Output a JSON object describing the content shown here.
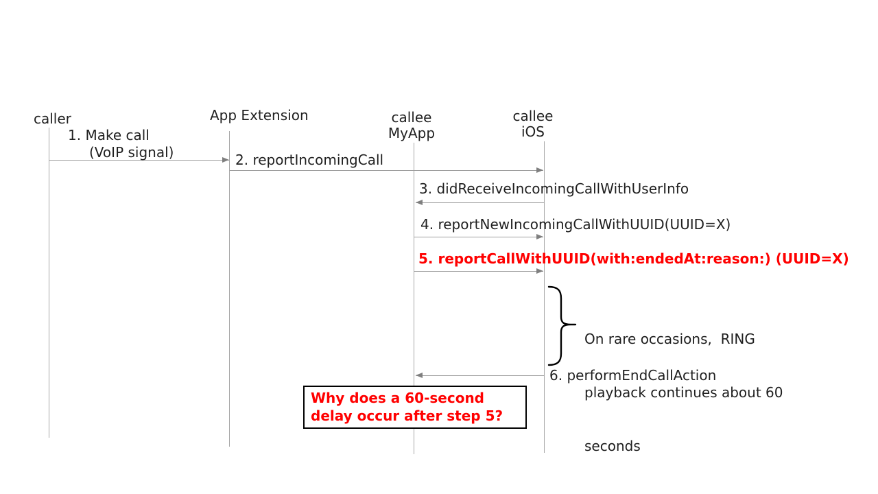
{
  "colors": {
    "background": "#ffffff",
    "lifeline_gray": "#a6a6a6",
    "arrow_gray": "#9e9e9e",
    "arrowhead_gray": "#7f7f7f",
    "text_black": "#1f1f1f",
    "emphasis_red": "#ff0000",
    "box_border_black": "#000000"
  },
  "diagram": {
    "actors": [
      {
        "name": "caller",
        "label_lines": [
          "caller"
        ]
      },
      {
        "name": "app-extension",
        "label_lines": [
          "App Extension"
        ]
      },
      {
        "name": "callee-myapp",
        "label_lines": [
          "callee",
          "MyApp"
        ]
      },
      {
        "name": "callee-ios",
        "label_lines": [
          "callee",
          "iOS"
        ]
      }
    ],
    "messages": [
      {
        "step": 1,
        "from": "caller",
        "to": "app-extension",
        "direction": "right",
        "emphasis": "normal",
        "label_lines": [
          "1. Make call",
          "(VoIP signal)"
        ]
      },
      {
        "step": 2,
        "from": "app-extension",
        "to": "callee-ios",
        "direction": "right",
        "emphasis": "normal",
        "label_lines": [
          "2. reportIncomingCall"
        ]
      },
      {
        "step": 3,
        "from": "callee-ios",
        "to": "callee-myapp",
        "direction": "left",
        "emphasis": "normal",
        "label_lines": [
          "3. didReceiveIncomingCallWithUserInfo"
        ]
      },
      {
        "step": 4,
        "from": "callee-myapp",
        "to": "callee-ios",
        "direction": "right",
        "emphasis": "normal",
        "label_lines": [
          "4. reportNewIncomingCallWithUUID(UUID=X)"
        ]
      },
      {
        "step": 5,
        "from": "callee-myapp",
        "to": "callee-ios",
        "direction": "right",
        "emphasis": "red-bold",
        "label_lines": [
          "5. reportCallWithUUID(with:endedAt:reason:) (UUID=X)"
        ]
      },
      {
        "step": 6,
        "from": "callee-ios",
        "to": "callee-myapp",
        "direction": "left",
        "emphasis": "normal",
        "label_lines": [
          "6. performEndCallAction"
        ]
      }
    ],
    "brace_annotation": {
      "lines": [
        "On rare occasions,  RING",
        "playback continues about 60",
        "seconds"
      ]
    },
    "question_box": {
      "lines": [
        "Why does a 60-second",
        "delay occur after step 5?"
      ]
    }
  }
}
